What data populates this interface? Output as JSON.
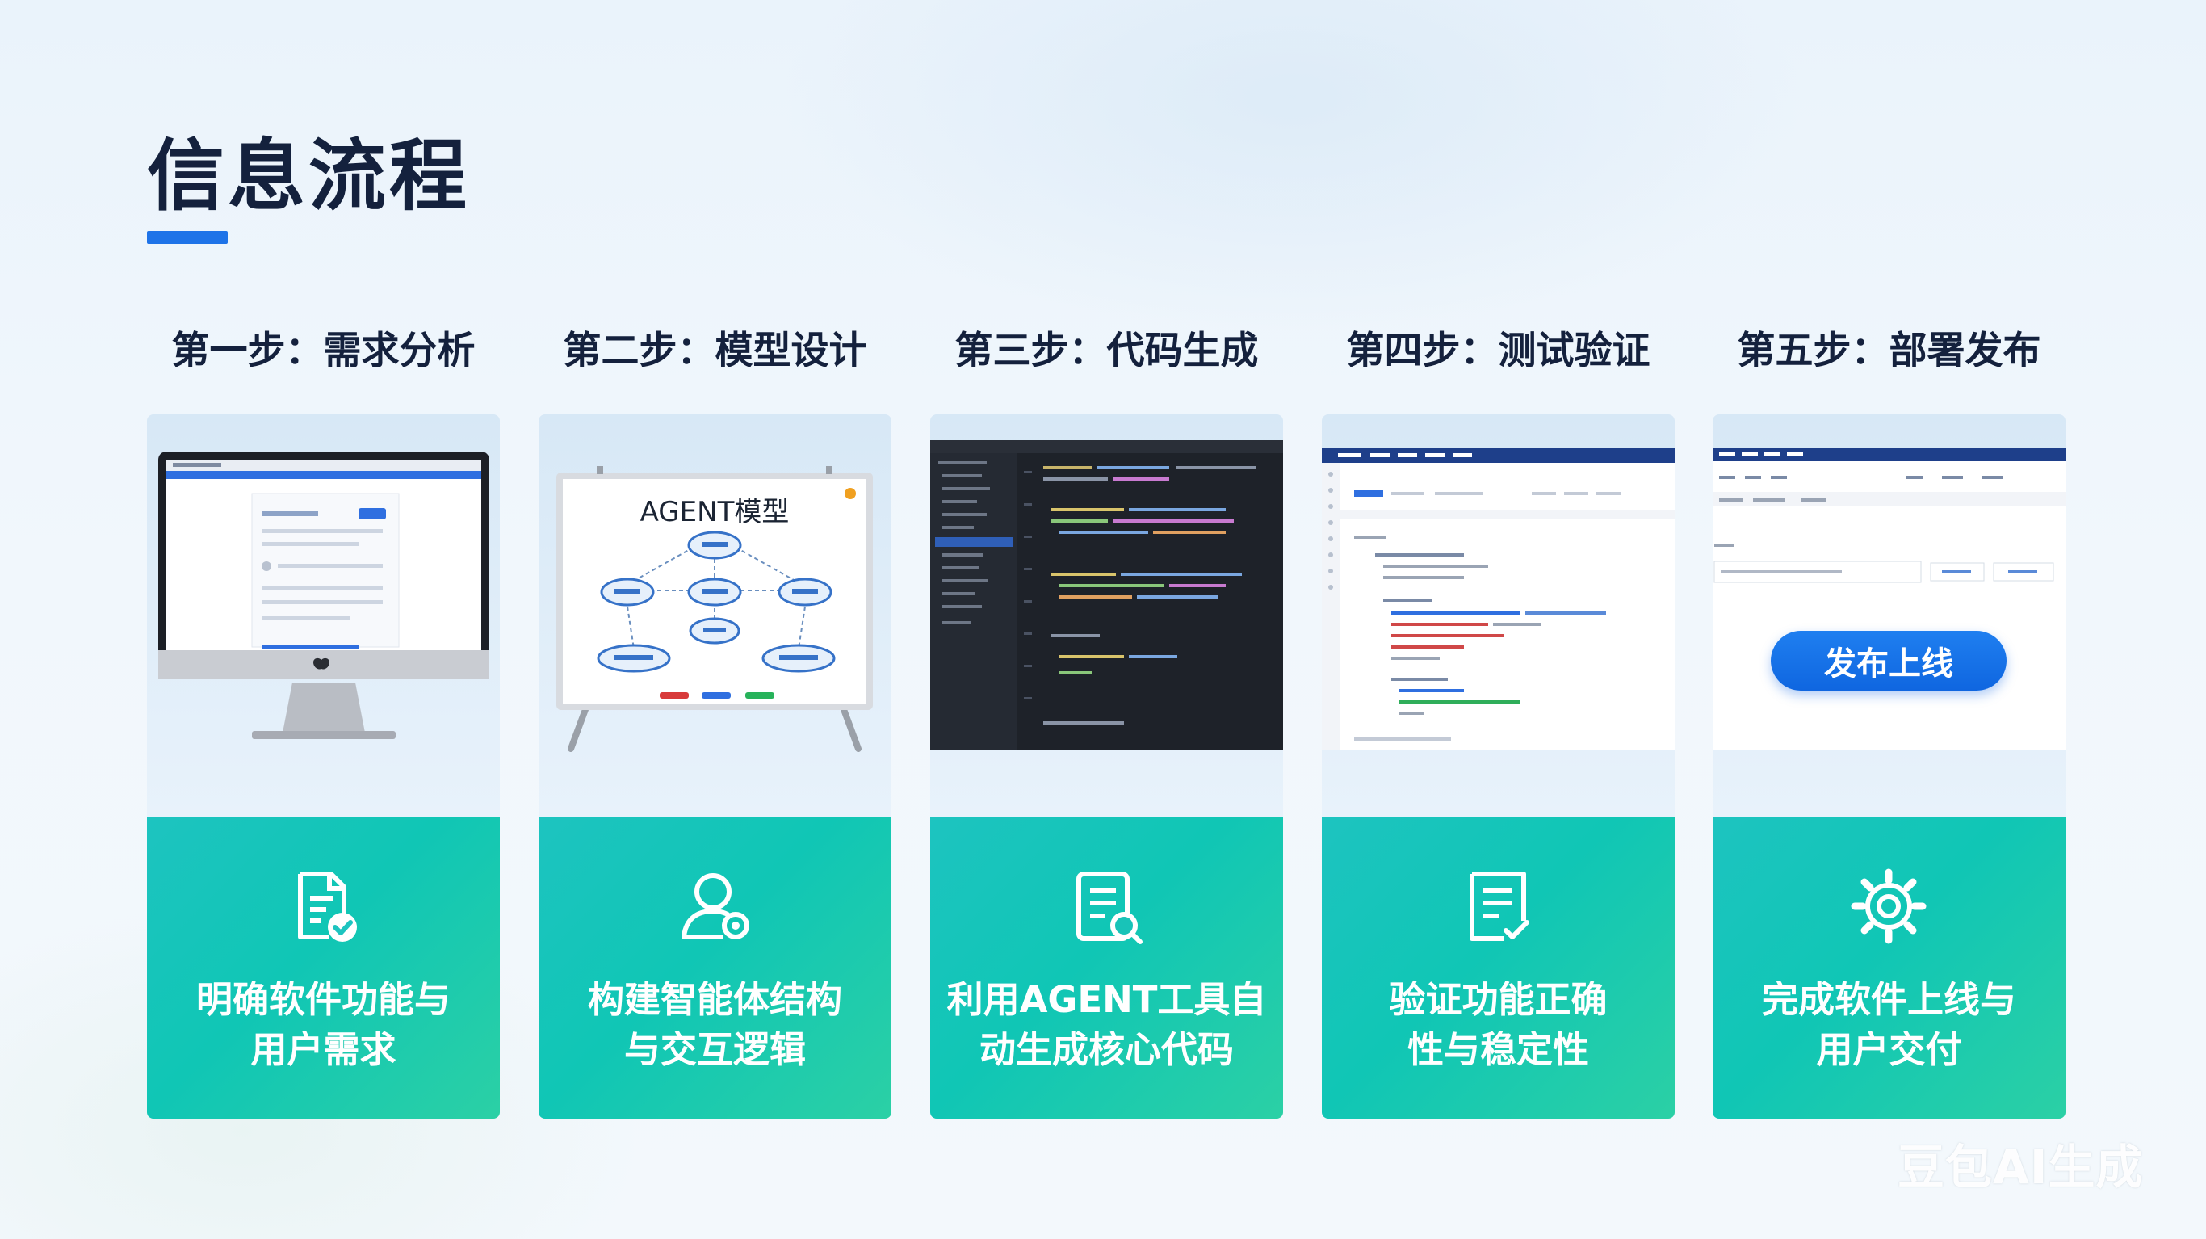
{
  "page": {
    "title": "信息流程",
    "accent": "#1e73e8"
  },
  "steps": [
    {
      "title": "第一步：需求分析",
      "icon": "document-check-icon",
      "desc_lines": [
        "明确软件功能与",
        "用户需求"
      ]
    },
    {
      "title": "第二步：模型设计",
      "icon": "user-gear-icon",
      "desc_lines": [
        "构建智能体结构",
        "与交互逻辑"
      ]
    },
    {
      "title": "第三步：代码生成",
      "icon": "code-document-icon",
      "desc_lines": [
        "利用AGENT工具自",
        "动生成核心代码"
      ]
    },
    {
      "title": "第四步：测试验证",
      "icon": "checklist-icon",
      "desc_lines": [
        "验证功能正确",
        "性与稳定性"
      ]
    },
    {
      "title": "第五步：部署发布",
      "icon": "gear-icon",
      "desc_lines": [
        "完成软件上线与",
        "用户交付"
      ]
    }
  ],
  "illustrations": {
    "whiteboard": {
      "title": "AGENT模型"
    },
    "deploy": {
      "button": "发布上线"
    }
  },
  "watermark": "豆包AI生成",
  "colors": {
    "card_start": "#1dc4c0",
    "card_end": "#2bd0a5",
    "title": "#14213d"
  }
}
